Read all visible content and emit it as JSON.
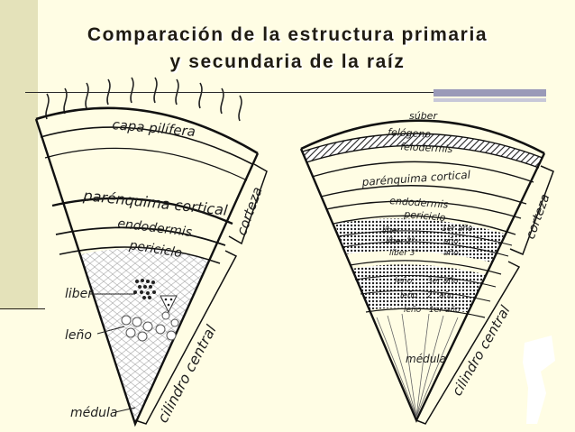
{
  "slide": {
    "title_line1": "Comparación de la estructura primaria",
    "title_line2": "y secundaria de la raíz"
  },
  "primary": {
    "capa": "capa pilífera",
    "parenquima": "parénquima cortical",
    "endodermis": "endodermis",
    "periciclo": "periciclo",
    "liber": "liber",
    "leno": "leño",
    "medula": "médula",
    "corteza": "corteza",
    "cilindro": "cilindro central"
  },
  "secondary": {
    "suber": "súber",
    "felogeno": "felógeno",
    "felodermis": "felodermis",
    "parenquima": "parénquima cortical",
    "endodermis": "endodermis",
    "periciclo": "periciclo",
    "liber1": "líber",
    "liber1_year": "1er año",
    "liber2": "líber 2°",
    "liber2_year": "año",
    "liber3": "líber 3°",
    "liber3_year": "año",
    "leno3": "leño",
    "leno3_year": "3er año",
    "leno2": "leño",
    "leno2_year": "2° año",
    "leno1": "leño",
    "leno1_year": "1er año",
    "medula": "médula",
    "corteza": "corteza",
    "cilindro": "cilindro central"
  }
}
